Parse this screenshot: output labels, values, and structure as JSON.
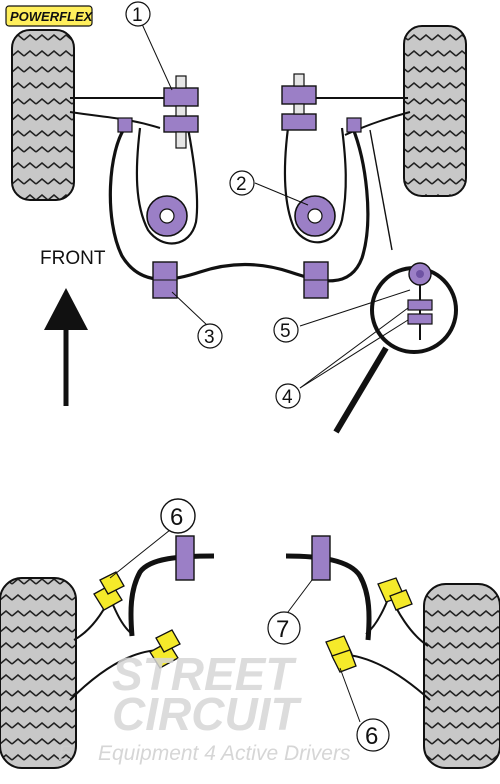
{
  "brand": {
    "name": "POWERFLEX",
    "badge_color": "#ffef5c"
  },
  "direction_label": "FRONT",
  "callouts": {
    "c1": "1",
    "c2": "2",
    "c3": "3",
    "c4": "4",
    "c5": "5",
    "c6a": "6",
    "c6b": "6",
    "c7": "7"
  },
  "watermark": {
    "line1": "STREET",
    "line2": "CIRCUIT",
    "line3": "Equipment 4 Active Drivers",
    "line3_prefix": "E"
  },
  "colors": {
    "bush_purple": "#9b7fc6",
    "bush_purple_dark": "#6f53a3",
    "bush_yellow": "#f5ea2a",
    "tyre": "#c7c7c7",
    "outline": "#111111"
  }
}
